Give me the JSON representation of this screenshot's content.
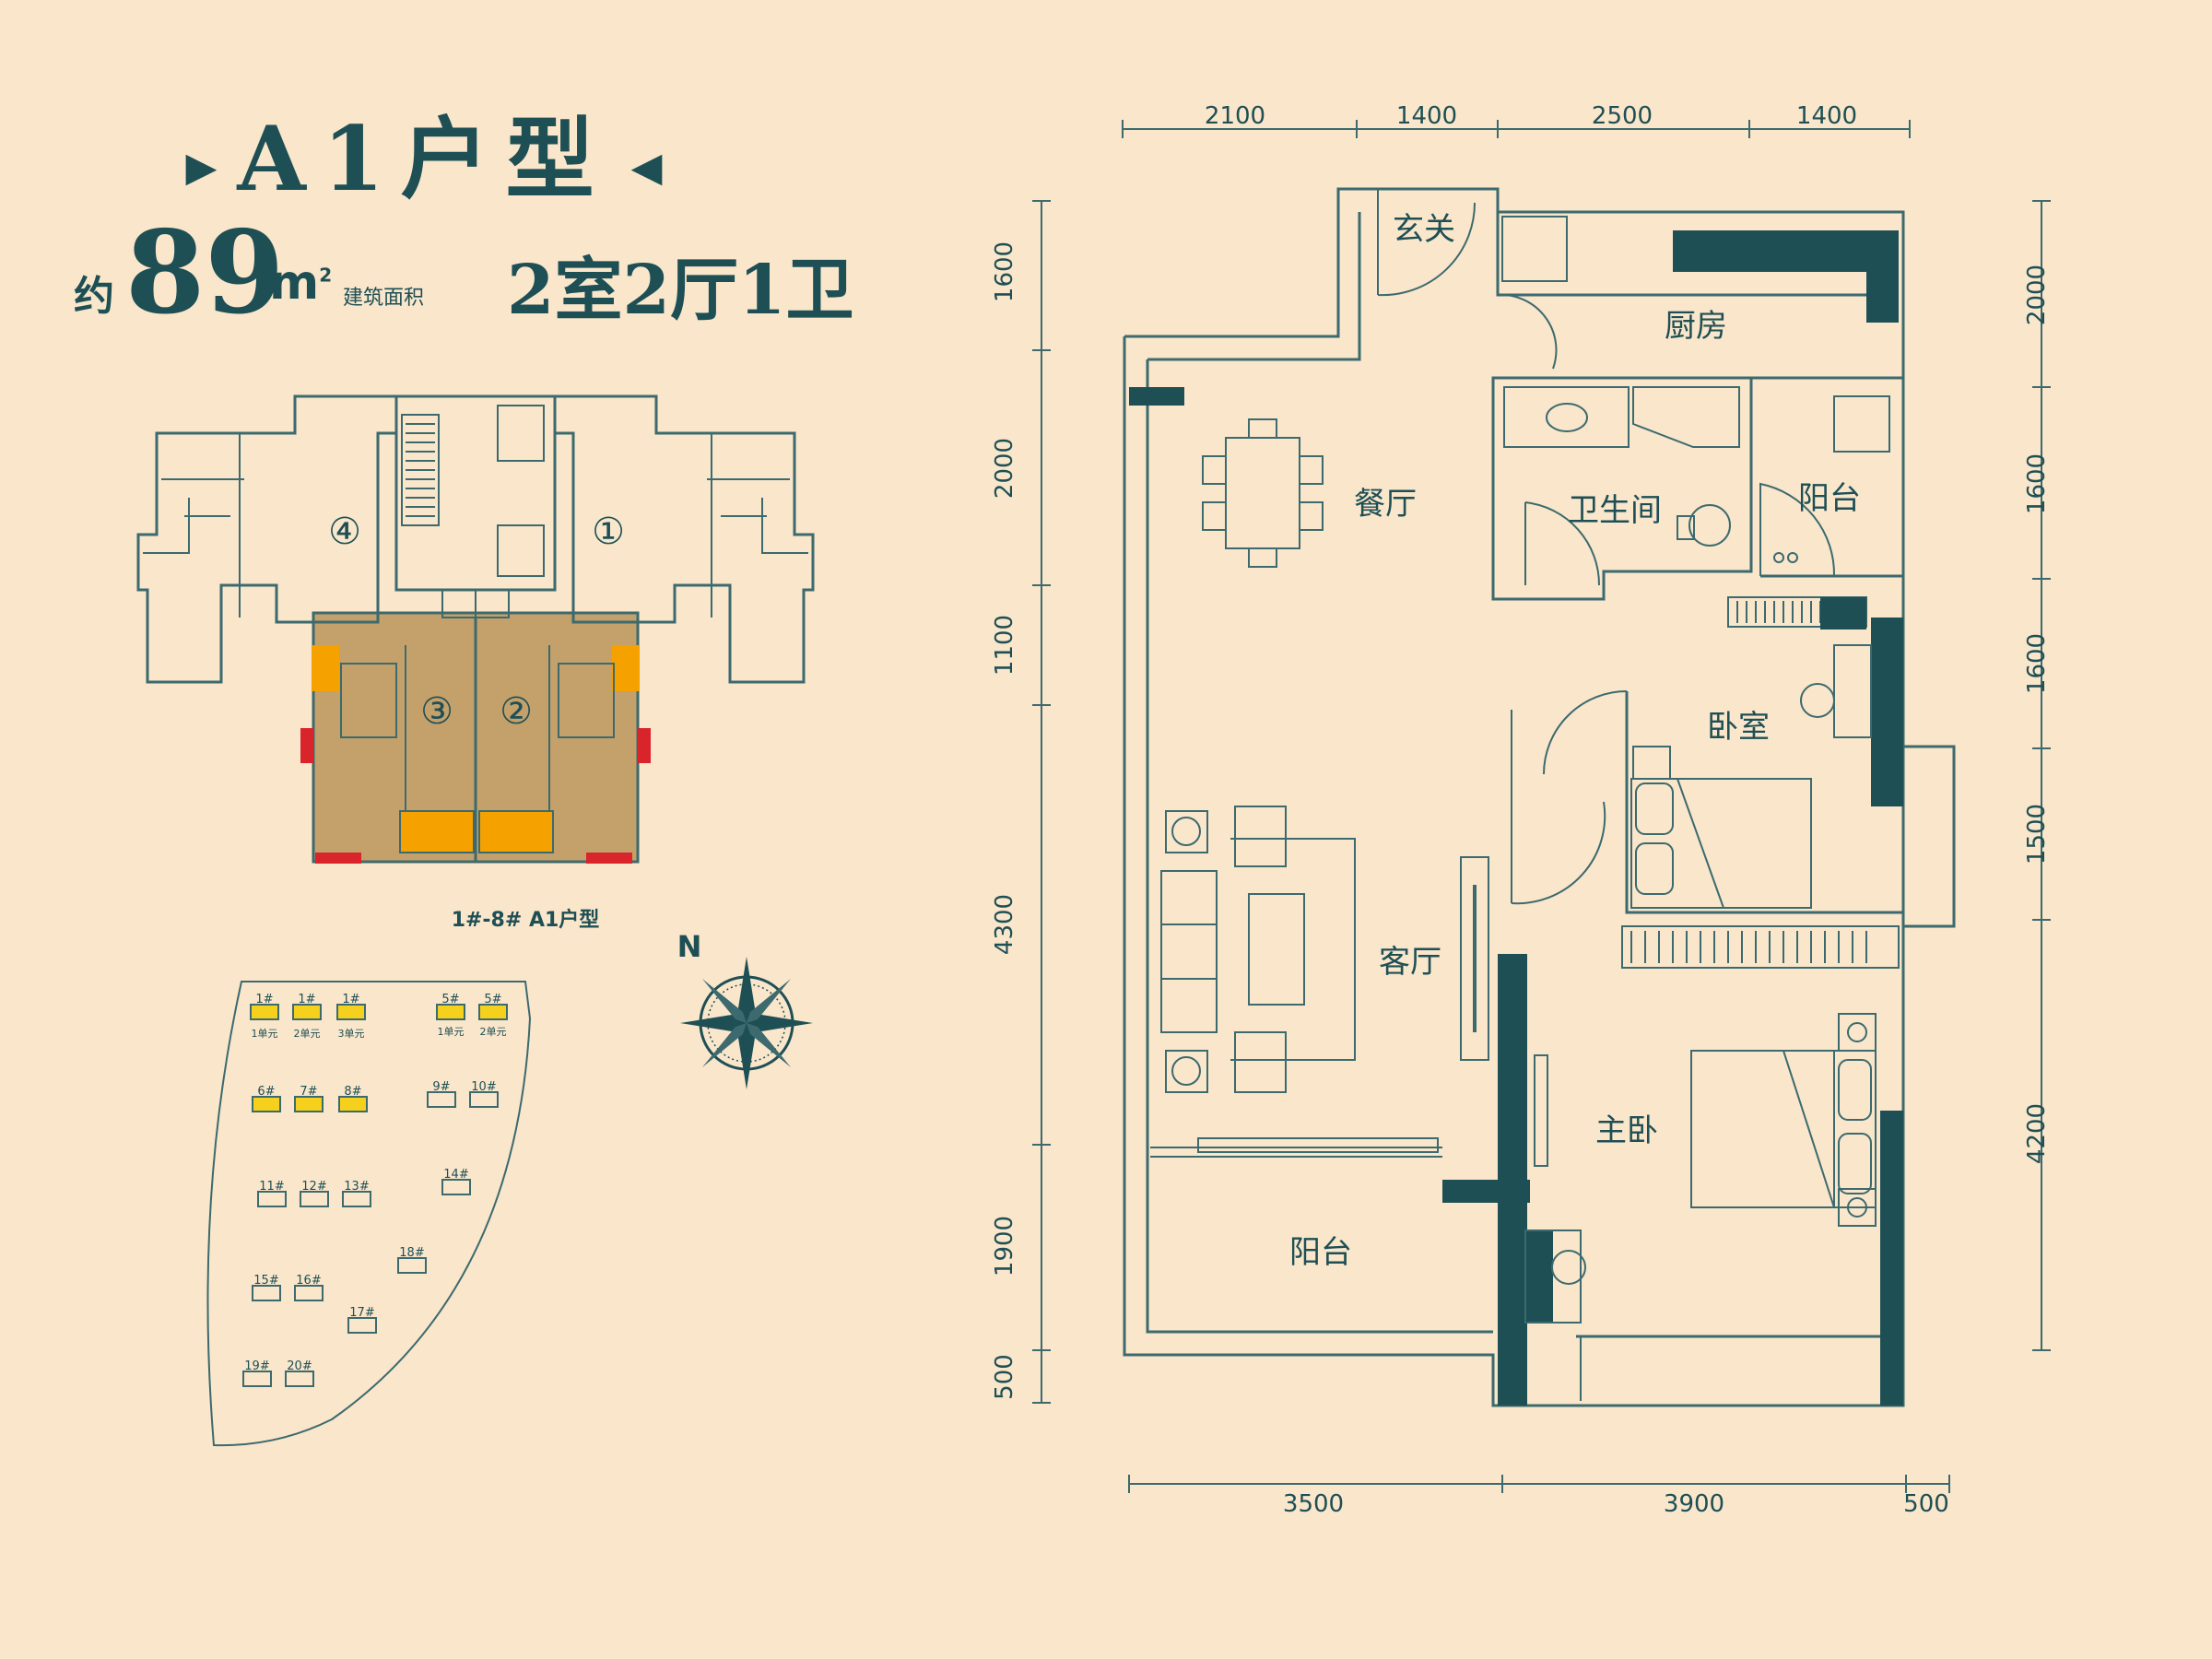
{
  "title": {
    "marker_left": "▶",
    "main": "A1户型",
    "marker_right": "◀",
    "area_prefix": "约",
    "area_value": "89",
    "area_unit": "m",
    "area_unit_sup": "2",
    "area_label": "建筑面积",
    "rooms_summary": "2室2厅1卫"
  },
  "building_plan": {
    "caption": "1#-8# A1户型",
    "unit_numbers": [
      "①",
      "②",
      "③",
      "④"
    ]
  },
  "compass": {
    "north": "N"
  },
  "site_plan": {
    "buildings": [
      "1#",
      "1#",
      "1#",
      "5#",
      "5#",
      "6#",
      "7#",
      "8#",
      "9#",
      "10#",
      "11#",
      "12#",
      "13#",
      "14#",
      "15#",
      "16#",
      "17#",
      "18#",
      "19#",
      "20#"
    ],
    "unit_labels": [
      "1单元",
      "2单元",
      "3单元",
      "1单元",
      "2单元"
    ]
  },
  "rooms": {
    "entrance": "玄关",
    "kitchen": "厨房",
    "dining": "餐厅",
    "bathroom": "卫生间",
    "balcony_small": "阳台",
    "bedroom": "卧室",
    "living": "客厅",
    "master_bedroom": "主卧",
    "balcony_large": "阳台"
  },
  "dimensions": {
    "top": [
      "2100",
      "1400",
      "2500",
      "1400"
    ],
    "bottom": [
      "3500",
      "3900",
      "500"
    ],
    "left": [
      "1600",
      "2000",
      "1100",
      "4300",
      "1900",
      "500"
    ],
    "right": [
      "2000",
      "1600",
      "1600",
      "1500",
      "4200"
    ]
  },
  "colors": {
    "background": "#f9e6cb",
    "wall_accent": "#1e4f55",
    "line": "#3c6a6e",
    "unit_fill": "#c4a06a",
    "balcony_orange": "#f5a100",
    "red_mark": "#d8242a"
  }
}
